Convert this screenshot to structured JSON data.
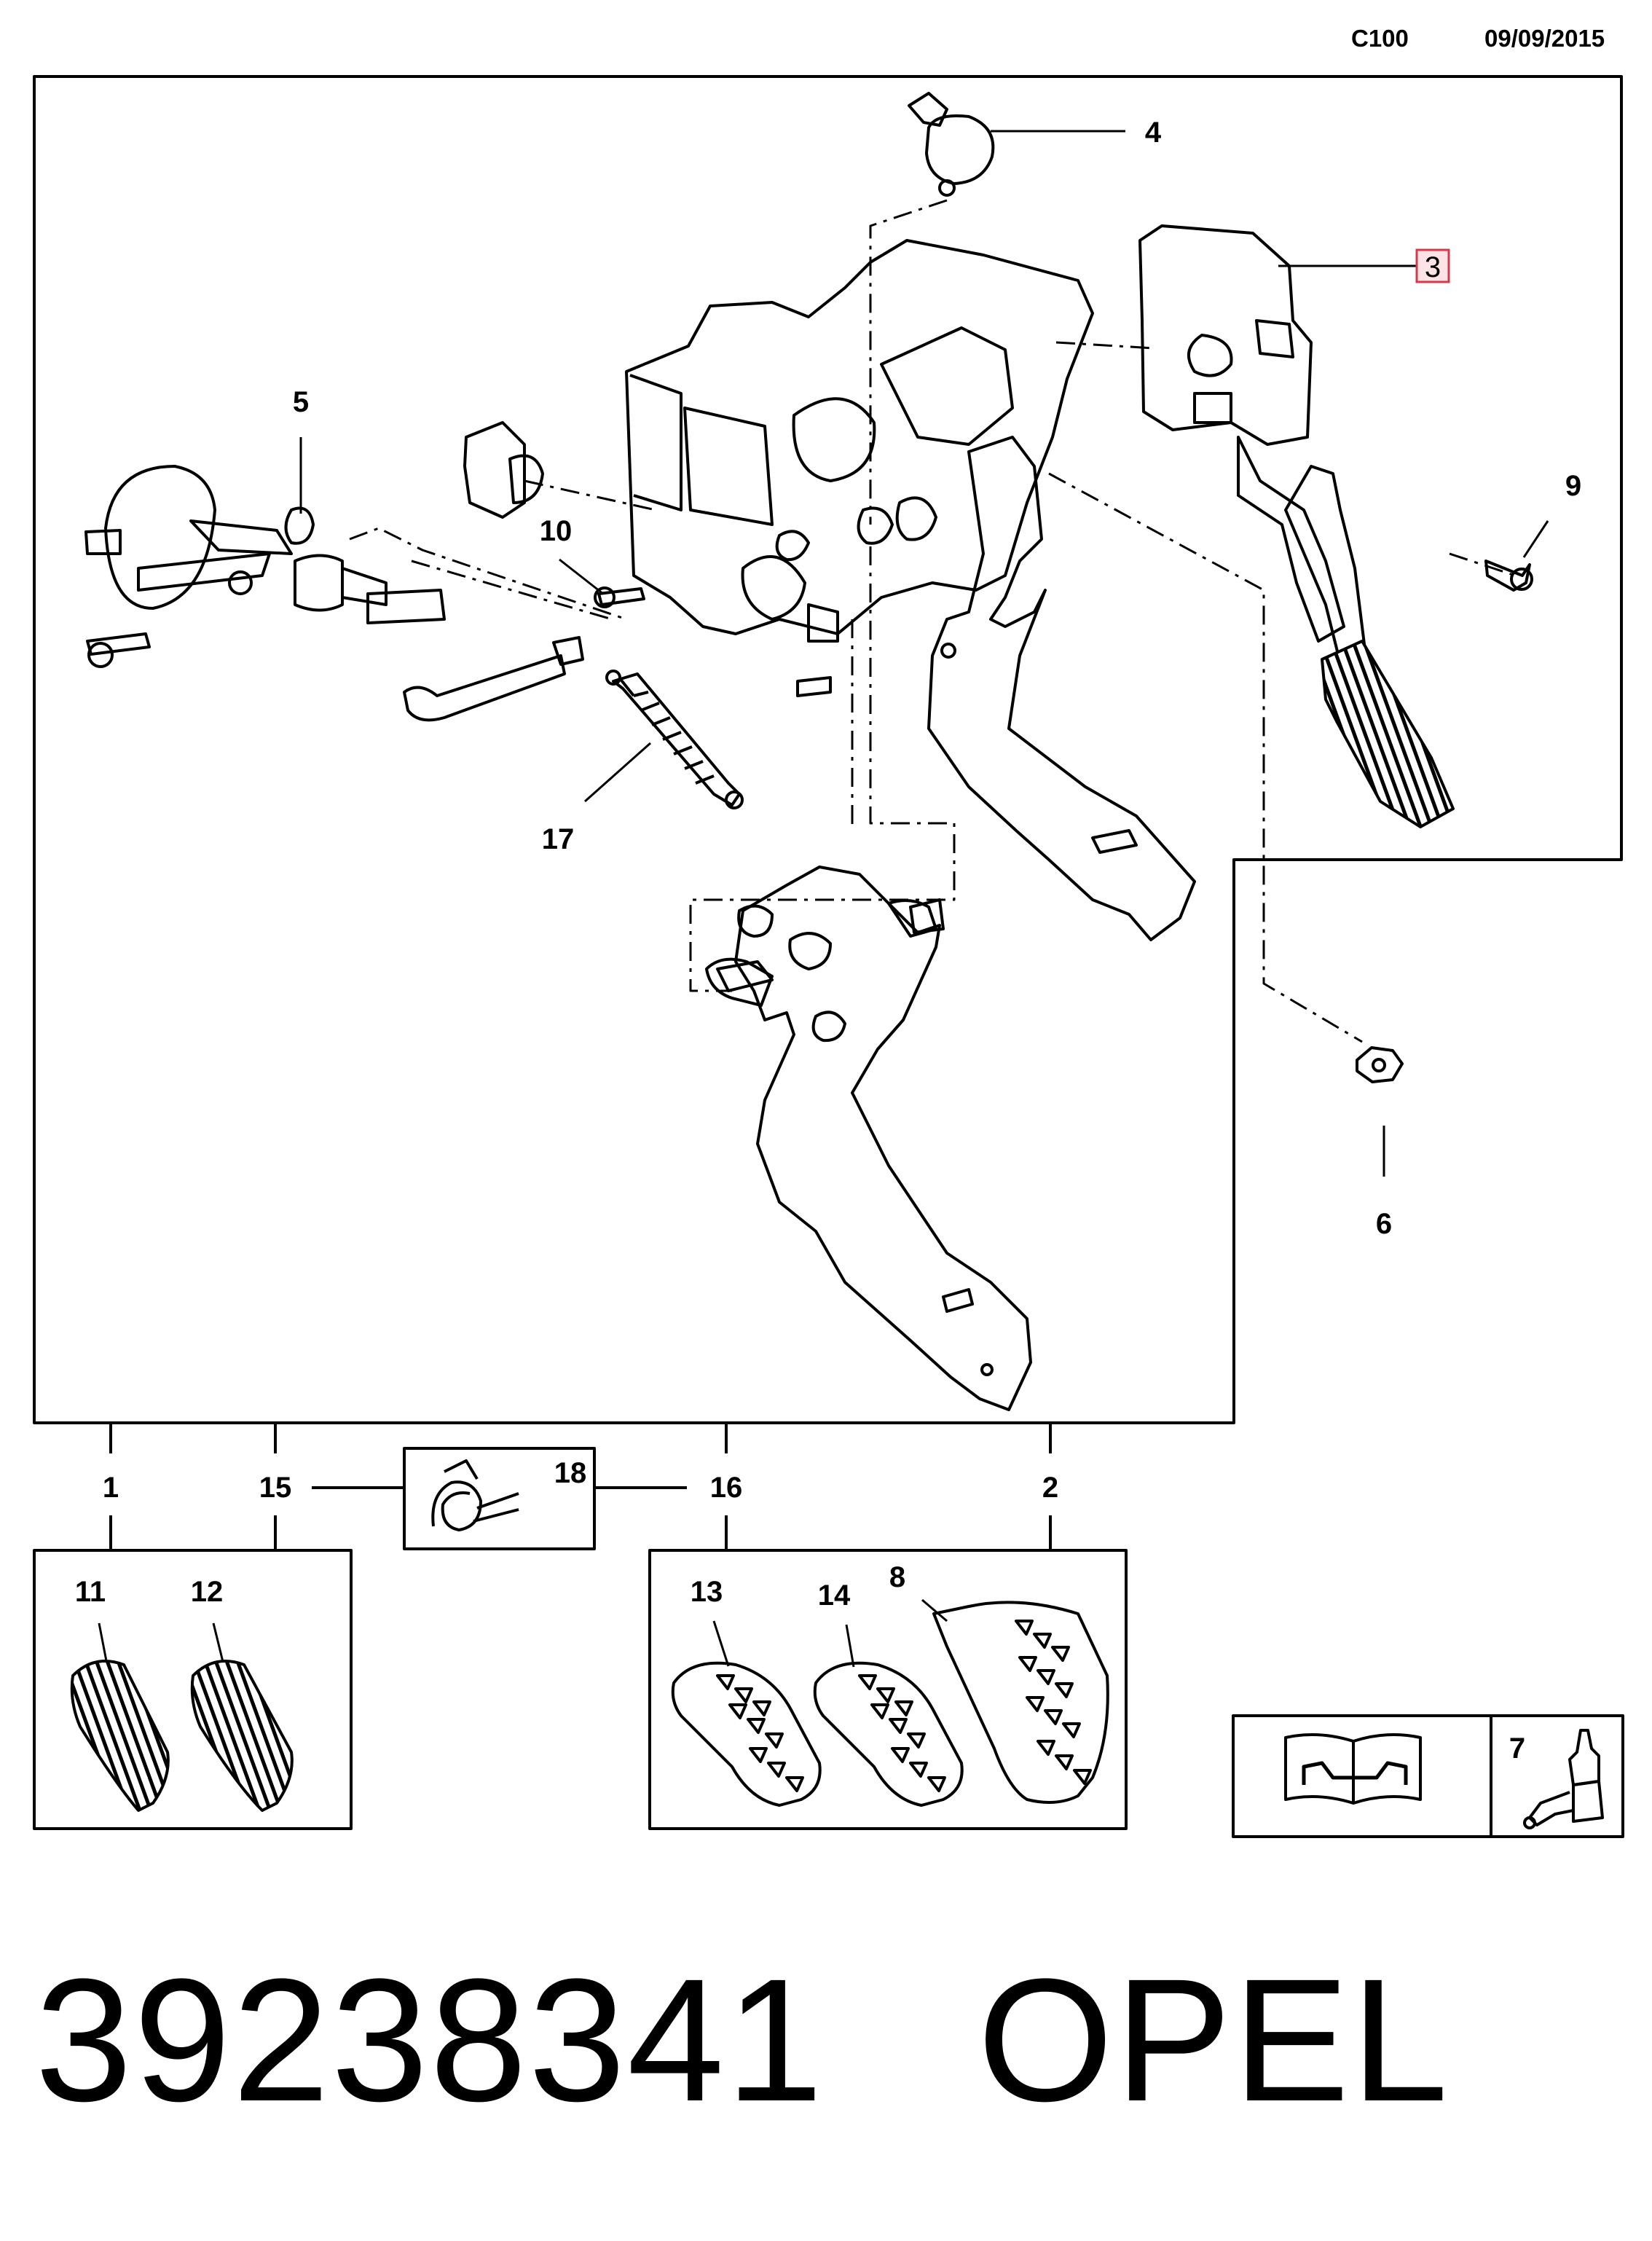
{
  "header": {
    "catalog_code": "C100",
    "date": "09/09/2015"
  },
  "callouts": {
    "c1": "1",
    "c2": "2",
    "c3": "3",
    "c4": "4",
    "c5": "5",
    "c6": "6",
    "c7": "7",
    "c8": "8",
    "c9": "9",
    "c10": "10",
    "c11": "11",
    "c12": "12",
    "c13": "13",
    "c14": "14",
    "c15": "15",
    "c16": "16",
    "c17": "17",
    "c18": "18"
  },
  "highlighted_callout": "3",
  "footer": {
    "part_number": "39238341",
    "brand": "OPEL"
  },
  "colors": {
    "line": "#000000",
    "highlight_border": "#d9364a",
    "highlight_fill": "#fbe3e6"
  },
  "icons": [
    "workshop-manual-icon",
    "adhesive-tube-icon"
  ]
}
